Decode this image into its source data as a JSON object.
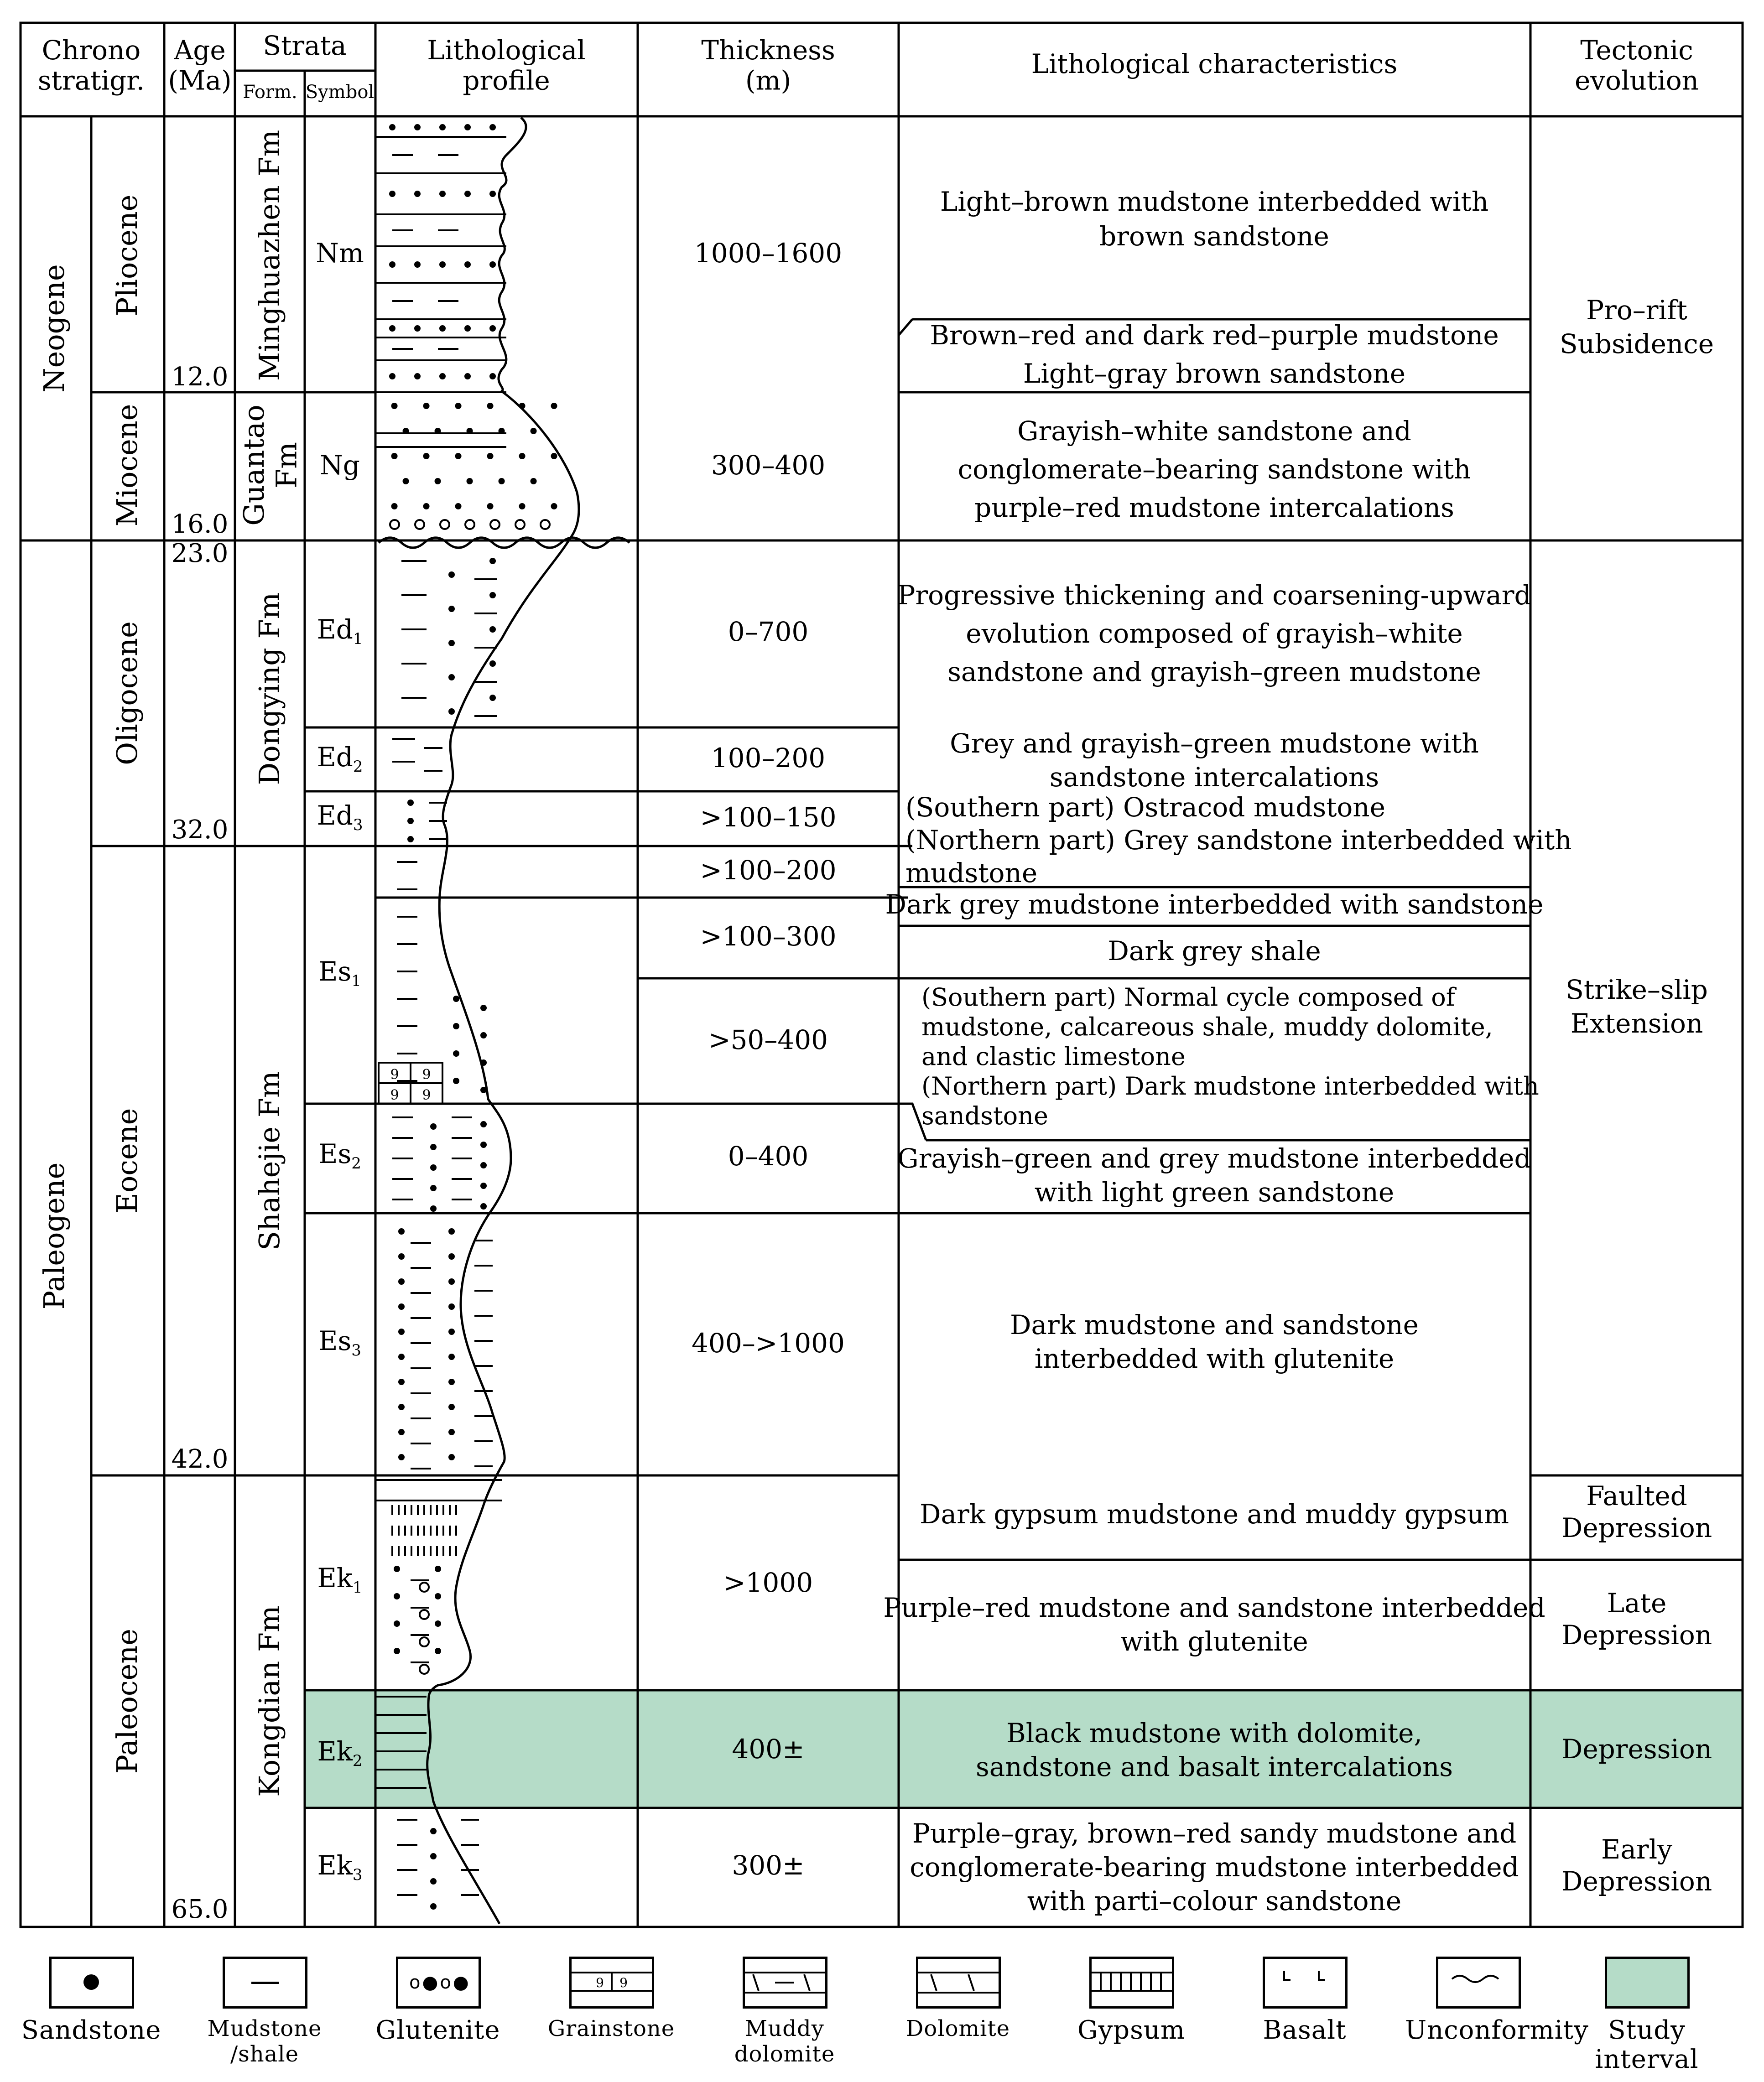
{
  "headers": {
    "chrono": "Chrono\nstratigr.",
    "age": "Age\n(Ma)",
    "strata": "Strata",
    "form": "Form.",
    "symbol": "Symbol",
    "profile": "Lithological\nprofile",
    "thickness": "Thickness\n(m)",
    "characteristics": "Lithological characteristics",
    "tectonic": "Tectonic\nevolution"
  },
  "periods": [
    "Neogene",
    "Paleogene"
  ],
  "epochs": [
    "Pliocene",
    "Miocene",
    "Oligocene",
    "Eocene",
    "Paleocene"
  ],
  "ages": [
    "12.0",
    "16.0",
    "23.0",
    "32.0",
    "42.0",
    "65.0"
  ],
  "formations": [
    "Minghuazhen Fm",
    "Guantao\nFm",
    "Dongying Fm",
    "Shahejie Fm",
    "Kongdian Fm"
  ],
  "symbols": [
    {
      "base": "Nm",
      "sub": ""
    },
    {
      "base": "Ng",
      "sub": ""
    },
    {
      "base": "Ed",
      "sub": "1"
    },
    {
      "base": "Ed",
      "sub": "2"
    },
    {
      "base": "Ed",
      "sub": "3"
    },
    {
      "base": "Es",
      "sub": "1"
    },
    {
      "base": "Es",
      "sub": "2"
    },
    {
      "base": "Es",
      "sub": "3"
    },
    {
      "base": "Ek",
      "sub": "1"
    },
    {
      "base": "Ek",
      "sub": "2"
    },
    {
      "base": "Ek",
      "sub": "3"
    }
  ],
  "thickness": [
    "1000–1600",
    "300–400",
    "0–700",
    "100–200",
    ">100–150",
    ">100–200",
    ">100–300",
    ">50–400",
    "0–400",
    "400–>1000",
    ">1000",
    "400±",
    "300±"
  ],
  "characteristics": [
    "Light–brown mudstone interbedded with\nbrown sandstone",
    "Brown–red and dark red–purple mudstone\nLight–gray brown sandstone",
    "Grayish–white sandstone and\nconglomerate–bearing sandstone with\npurple–red mudstone intercalations",
    "Progressive thickening and coarsening-upward\nevolution composed of grayish–white\nsandstone and grayish–green mudstone",
    "Grey and grayish–green mudstone with\nsandstone intercalations",
    "(Southern part) Ostracod mudstone\n(Northern part) Grey sandstone interbedded with\nmudstone",
    "Dark grey mudstone interbedded with sandstone",
    "Dark grey shale",
    "(Southern part) Normal cycle composed of\nmudstone, calcareous shale, muddy dolomite,\nand clastic limestone\n(Northern part) Dark mudstone interbedded with\nsandstone",
    "Grayish–green and grey mudstone interbedded\nwith light green sandstone",
    "Dark mudstone and sandstone\ninterbedded with glutenite",
    "Dark gypsum mudstone and muddy gypsum",
    "Purple–red mudstone and sandstone interbedded\nwith glutenite",
    "Black mudstone with dolomite,\nsandstone and basalt intercalations",
    "Purple–gray, brown–red sandy mudstone and\nconglomerate-bearing mudstone interbedded\nwith parti–colour sandstone"
  ],
  "tectonic": [
    "Pro–rift\nSubsidence",
    "Strike–slip\nExtension",
    "Faulted\nDepression",
    "Late\nDepression",
    "Depression",
    "Early\nDepression"
  ],
  "legend": [
    "Sandstone",
    "Mudstone\n/shale",
    "Glutenite",
    "Grainstone",
    "Muddy\ndolomite",
    "Dolomite",
    "Gypsum",
    "Basalt",
    "Unconformity",
    "Study\ninterval"
  ],
  "colors": {
    "study_interval": "#b5dcc8",
    "line": "#000000"
  }
}
